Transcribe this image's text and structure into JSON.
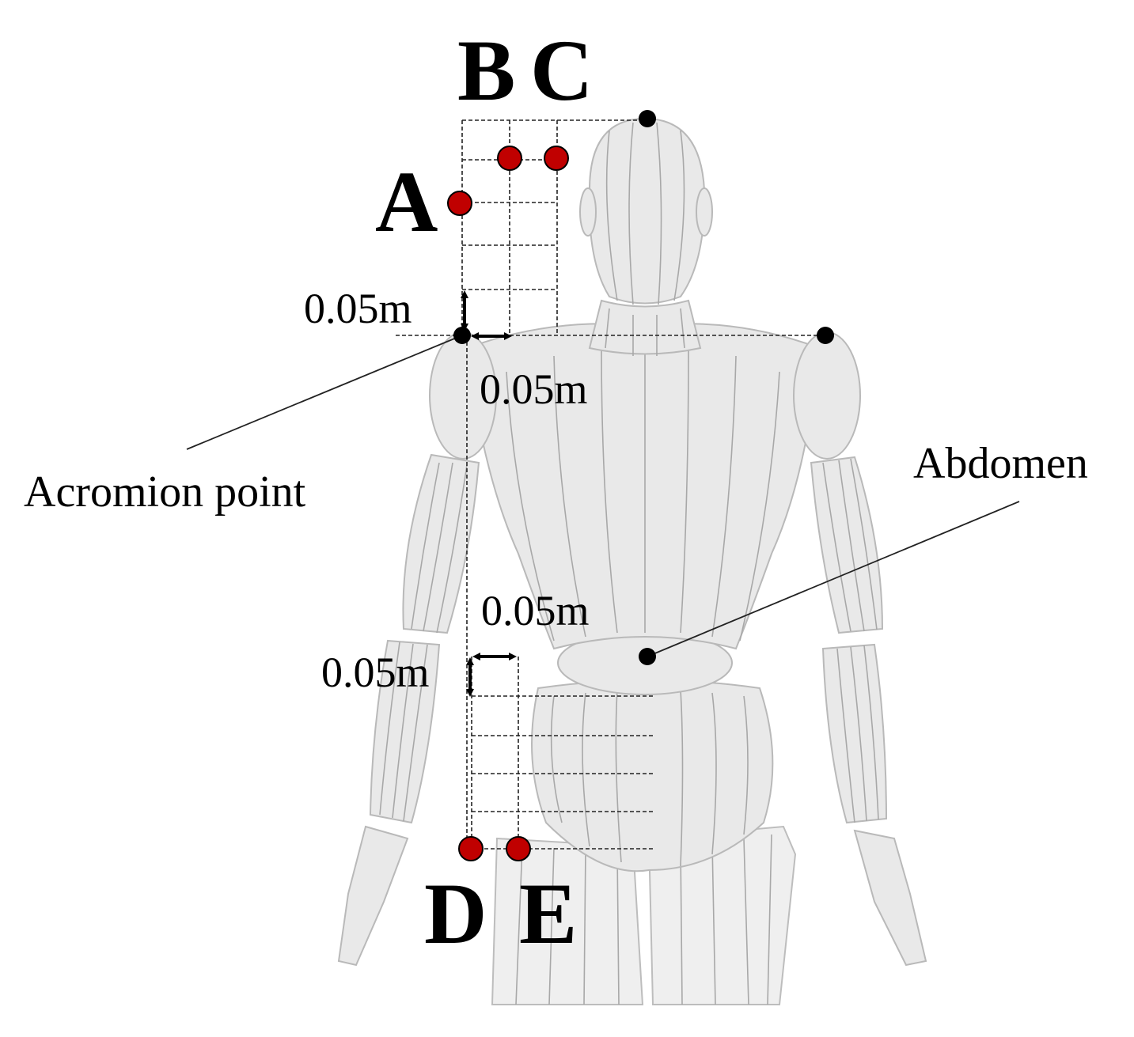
{
  "labels": {
    "A": "A",
    "B": "B",
    "C": "C",
    "D": "D",
    "E": "E"
  },
  "dimensions": {
    "shoulder_vertical": "0.05m",
    "shoulder_horizontal": "0.05m",
    "abdomen_horizontal": "0.05m",
    "abdomen_vertical": "0.05m"
  },
  "callouts": {
    "acromion": "Acromion point",
    "abdomen": "Abdomen"
  },
  "colors": {
    "sensor_point": "#c00000",
    "reference_point": "#000000",
    "mannequin": "#e9e9e9"
  }
}
